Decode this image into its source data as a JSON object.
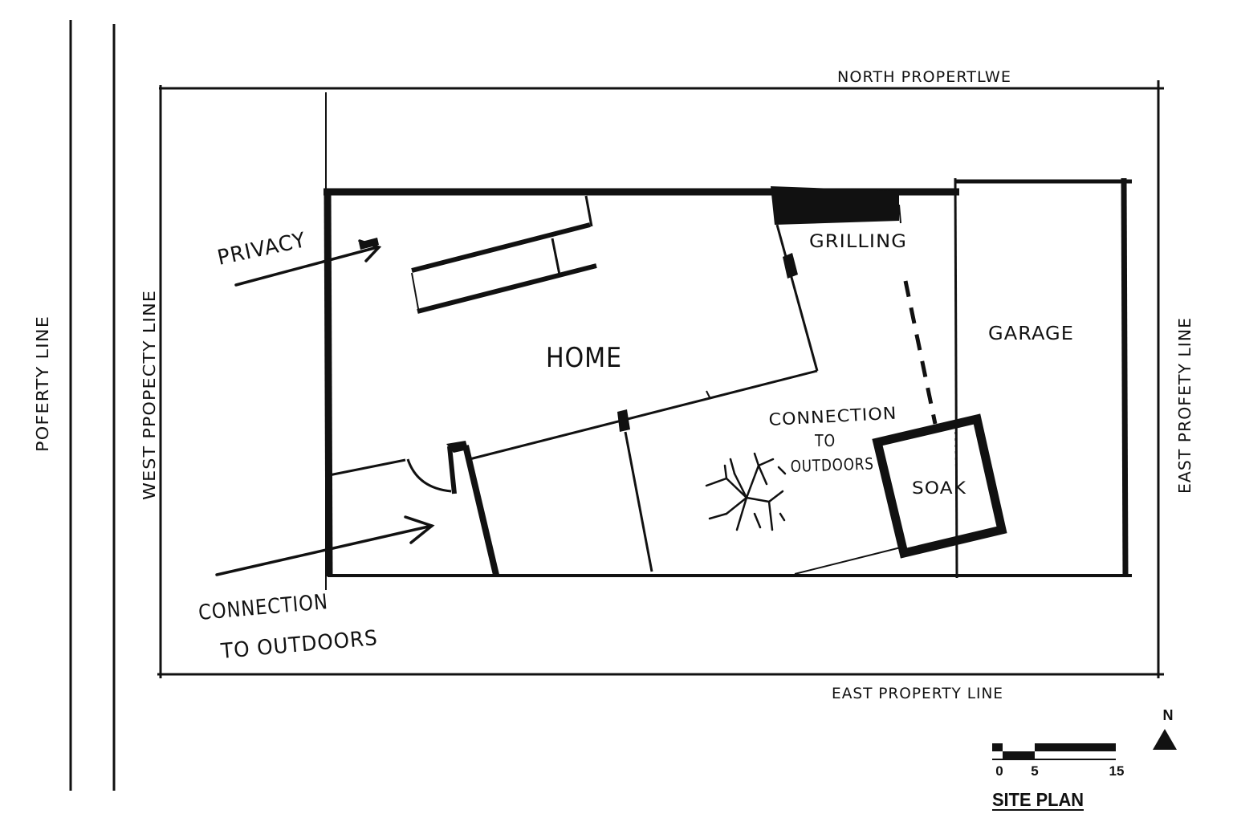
{
  "labels": {
    "far_left_line": "POFERTY LINE",
    "west_line": "WEST PPOPECTY LINE",
    "north_line": "NORTH PROPERTLWE",
    "east_line_right": "EAST PROFETY LINE",
    "south_line": "EAST PROPERTY LINE",
    "privacy": "PRIVACY",
    "home": "HOME",
    "grilling": "GRILLING",
    "garage": "GARAGE",
    "connection_center_1": "CONNECTION",
    "connection_center_2": "TO",
    "connection_center_3": "OUTDOORS",
    "soak": "SOAK",
    "connection_left_1": "CONNECTION",
    "connection_left_2": "TO OUTDOORS"
  },
  "scale_bar": {
    "label_0": "0",
    "label_5": "5",
    "label_15": "15"
  },
  "north_arrow": {
    "letter": "N"
  },
  "title": "SITE PLAN",
  "colors": {
    "ink": "#111111",
    "paper": "#ffffff"
  }
}
